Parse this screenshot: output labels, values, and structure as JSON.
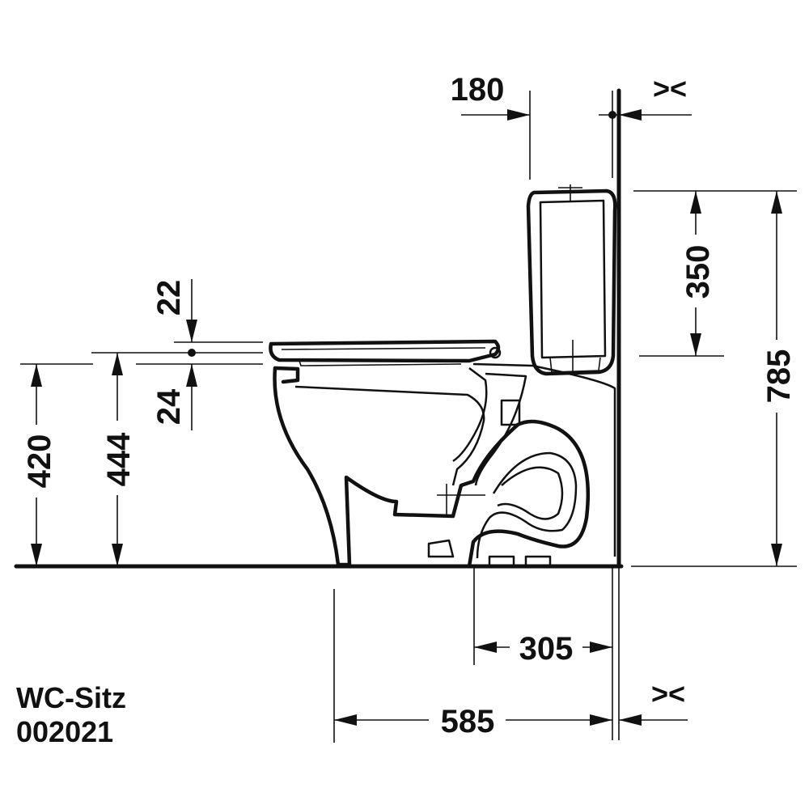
{
  "dimensions": {
    "d180": "180",
    "d350": "350",
    "d785": "785",
    "d22": "22",
    "d24": "24",
    "d420": "420",
    "d444": "444",
    "d305": "305",
    "d585": "585",
    "x_top": "><",
    "x_bottom": "><"
  },
  "caption": {
    "line1": "WC-Sitz",
    "line2": "002021"
  },
  "colors": {
    "ink": "#111111",
    "background": "#ffffff"
  }
}
